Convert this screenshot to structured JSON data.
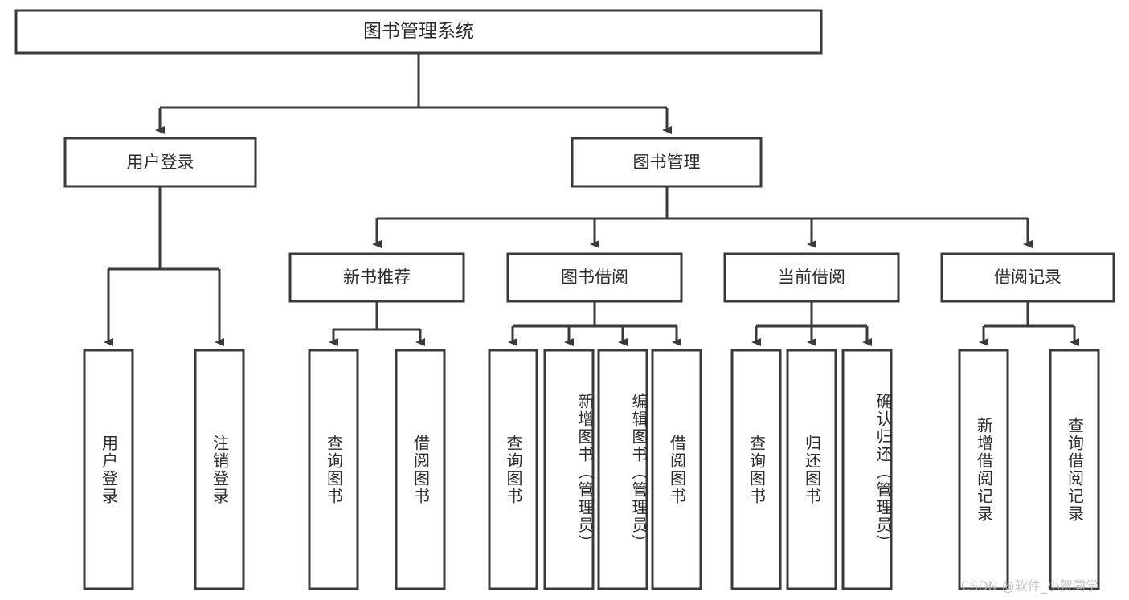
{
  "diagram": {
    "title": "图书管理系统",
    "type": "tree",
    "watermark": "CSDN @软件_小贺同学",
    "colors": {
      "stroke": "#3a3a3a",
      "fill": "#ffffff",
      "text": "#2b2b2b",
      "watermark": "#b9b9b9",
      "background": "#ffffff"
    },
    "nodes": {
      "root": {
        "label": "图书管理系统"
      },
      "level1": [
        {
          "id": "user-login",
          "label": "用户登录"
        },
        {
          "id": "book-manage",
          "label": "图书管理"
        }
      ],
      "level2": [
        {
          "id": "new-book-rec",
          "label": "新书推荐",
          "parent": "book-manage"
        },
        {
          "id": "book-borrow",
          "label": "图书借阅",
          "parent": "book-manage"
        },
        {
          "id": "current-borrow",
          "label": "当前借阅",
          "parent": "book-manage"
        },
        {
          "id": "borrow-record",
          "label": "借阅记录",
          "parent": "book-manage"
        }
      ],
      "leaves": [
        {
          "id": "leaf-user-login",
          "label": "用户登录",
          "parent": "user-login"
        },
        {
          "id": "leaf-user-logout",
          "label": "注销登录",
          "parent": "user-login"
        },
        {
          "id": "leaf-query-book-1",
          "label": "查询图书",
          "parent": "new-book-rec"
        },
        {
          "id": "leaf-borrow-book-1",
          "label": "借阅图书",
          "parent": "new-book-rec"
        },
        {
          "id": "leaf-query-book-2",
          "label": "查询图书",
          "parent": "book-borrow"
        },
        {
          "id": "leaf-add-book",
          "label": "新增图书（管理员）",
          "parent": "book-borrow"
        },
        {
          "id": "leaf-edit-book",
          "label": "编辑图书（管理员）",
          "parent": "book-borrow"
        },
        {
          "id": "leaf-borrow-book-2",
          "label": "借阅图书",
          "parent": "book-borrow"
        },
        {
          "id": "leaf-query-book-3",
          "label": "查询图书",
          "parent": "current-borrow"
        },
        {
          "id": "leaf-return-book",
          "label": "归还图书",
          "parent": "current-borrow"
        },
        {
          "id": "leaf-confirm-return",
          "label": "确认归还（管理员）",
          "parent": "current-borrow"
        },
        {
          "id": "leaf-add-record",
          "label": "新增借阅记录",
          "parent": "borrow-record"
        },
        {
          "id": "leaf-query-record",
          "label": "查询借阅记录",
          "parent": "borrow-record"
        }
      ]
    }
  }
}
